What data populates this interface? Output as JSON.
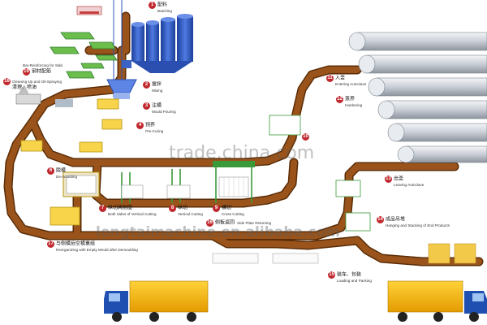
{
  "steps": [
    {
      "num": "1",
      "cn": "配料",
      "en": "Batching"
    },
    {
      "num": "2",
      "cn": "搅拌",
      "en": "Mixing"
    },
    {
      "num": "3",
      "cn": "注模",
      "en": "Mould Pouring"
    },
    {
      "num": "4",
      "cn": "预养",
      "en": "Pre-Curing"
    },
    {
      "num": "6",
      "cn": "脱模",
      "en": "De-moulding"
    },
    {
      "num": "7",
      "cn": "纵切两侧面",
      "en": "Both Sides of Vertical Cutting"
    },
    {
      "num": "8",
      "cn": "纵切",
      "en": "Vertical Cutting"
    },
    {
      "num": "9",
      "cn": "横切",
      "en": "Cross Cutting"
    },
    {
      "num": "10",
      "cn": "",
      "en": ""
    },
    {
      "num": "11",
      "cn": "入釜",
      "en": "Entering Autoclave"
    },
    {
      "num": "12",
      "cn": "蒸养",
      "en": "Hardening"
    },
    {
      "num": "13",
      "cn": "出釜",
      "en": "Leaving Autoclave"
    },
    {
      "num": "14",
      "cn": "成品吊堆",
      "en": "Hanging and Stacking of End Products"
    },
    {
      "num": "15",
      "cn": "装车、包装",
      "en": "Loading and Packing"
    },
    {
      "num": "16",
      "cn": "侧板返回",
      "en": "Side Plate Returning"
    },
    {
      "num": "17",
      "cn": "与侧模后空模重组",
      "en": "Reorganizing with Empty Mould after Demoulding"
    },
    {
      "num": "18",
      "cn": "清理、喷油",
      "en": "Cleaning-Up and Oil-Spraying"
    },
    {
      "num": "19",
      "cn": "钢材配筋",
      "en": "Bar-Reinforcing for Slab"
    }
  ],
  "watermarks": {
    "site": "trade.china.com",
    "company": "longtaimachine.en.alibaba.com"
  },
  "colors": {
    "track": "#8b4a14",
    "track_edge": "#5a2d08",
    "silo": "#2d55b8",
    "truck_cargo": "#f5b800",
    "truck_cab": "#1f4fb0",
    "autoclave": "#d4d8de",
    "frame_green": "#3a9a3a",
    "badge": "#c0282d"
  }
}
